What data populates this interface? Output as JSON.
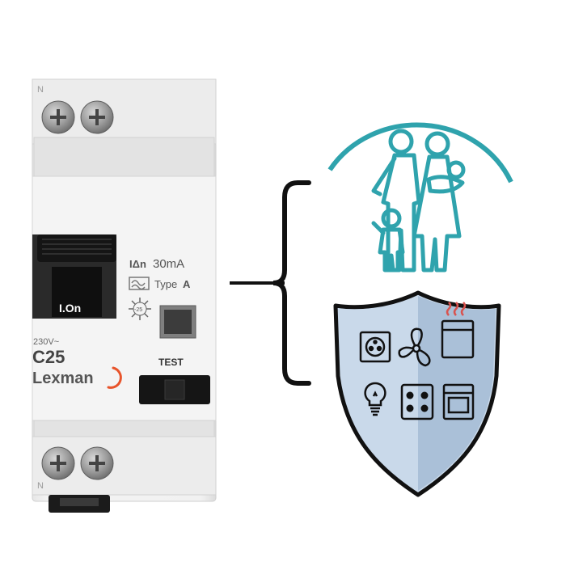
{
  "breaker": {
    "pole_top": "N",
    "pole_bottom": "N",
    "lever_label": "I.On",
    "sensitivity_symbol": "IΔn",
    "sensitivity_value": "30mA",
    "type_prefix": "Type",
    "type_letter": "A",
    "temperature_mark": "-25",
    "voltage": "230V~",
    "rating": "C25",
    "brand": "Lexman",
    "test_label": "TEST"
  },
  "protected_items": [
    "socket-icon",
    "fan-icon",
    "heater-icon",
    "bulb-icon",
    "cooktop-icon",
    "oven-icon"
  ],
  "colors": {
    "family_teal": "#2fa3ad",
    "shield_fill": "#c9d9ea",
    "shield_shade": "#aac0d8",
    "brand_orange": "#e8542b",
    "heat_red": "#d9534f",
    "outline": "#111111"
  }
}
